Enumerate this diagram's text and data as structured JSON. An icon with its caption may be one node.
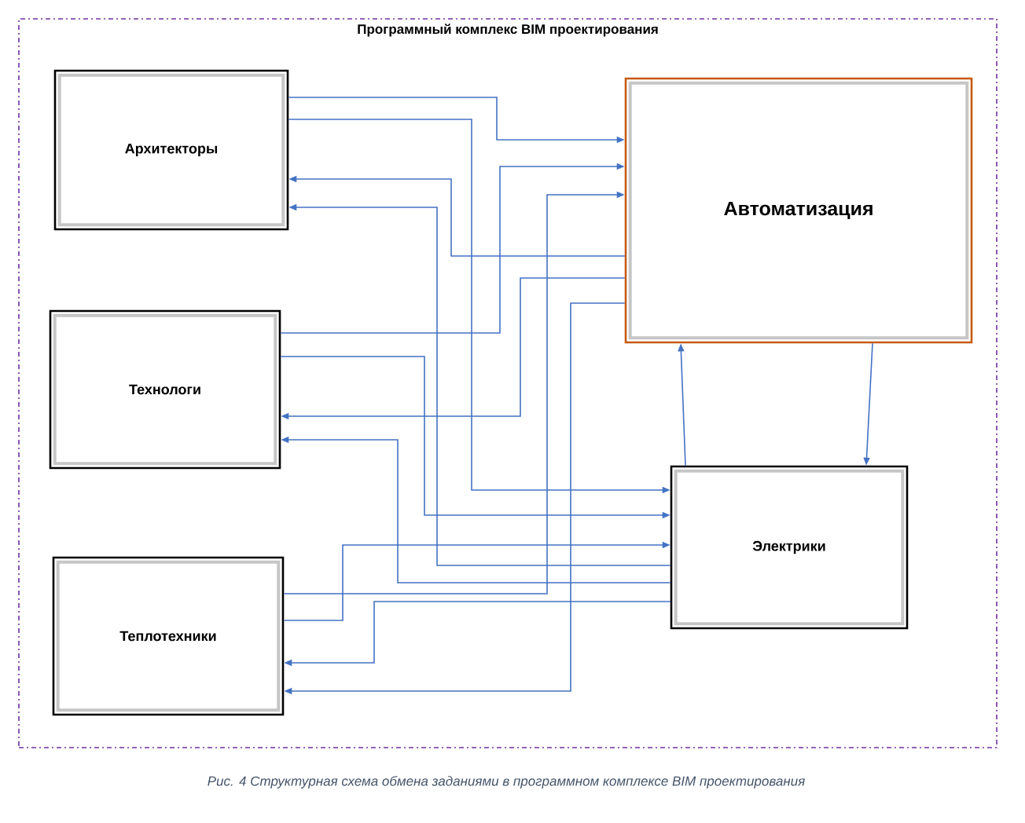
{
  "diagram": {
    "caption": "Рис. 4 Структурная схема обмена заданиями в программном комплексе BIM проектирования",
    "nodes": [
      {
        "text": [
          "Программный комплекс BIM проектирования"
        ]
      },
      {
        "text": [
          "Архитекторы"
        ],
        "in": 0
      },
      {
        "text": [
          "Автоматизация"
        ],
        "in": 0
      },
      {
        "text": [
          "Технологи"
        ],
        "in": 0
      },
      {
        "text": [
          "Электрики"
        ],
        "in": 0
      },
      {
        "text": [
          "Теплотехники"
        ],
        "in": 0
      }
    ],
    "edges": [
      {
        "from": 1,
        "to": 2,
        "arrow": "to"
      },
      {
        "from": 1,
        "to": 4,
        "arrow": "to"
      },
      {
        "from": 2,
        "to": 1,
        "arrow": "to"
      },
      {
        "from": 4,
        "to": 1,
        "arrow": "to"
      },
      {
        "from": 3,
        "to": 2,
        "arrow": "to"
      },
      {
        "from": 2,
        "to": 3,
        "arrow": "to"
      },
      {
        "from": 2,
        "to": 5,
        "arrow": "to"
      },
      {
        "from": 5,
        "to": 2,
        "arrow": "to"
      },
      {
        "from": 3,
        "to": 4,
        "arrow": "to"
      },
      {
        "from": 4,
        "to": 3,
        "arrow": "to"
      },
      {
        "from": 5,
        "to": 4,
        "arrow": "to"
      },
      {
        "from": 4,
        "to": 5,
        "arrow": "to"
      },
      {
        "from": 4,
        "to": 2,
        "arrow": "to"
      },
      {
        "from": 2,
        "to": 4,
        "arrow": "to"
      }
    ]
  }
}
